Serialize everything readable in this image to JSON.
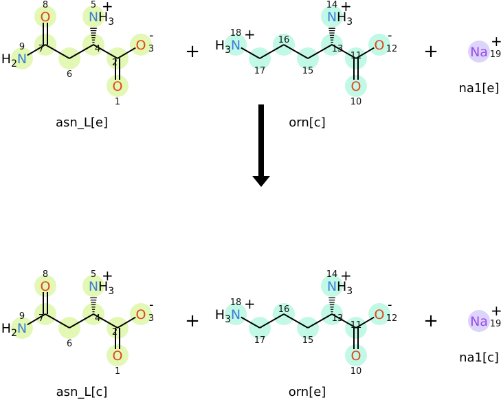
{
  "reaction": {
    "reactants": [
      {
        "name": "asn_L[e]",
        "kind": "asn"
      },
      {
        "name": "orn[c]",
        "kind": "orn"
      },
      {
        "name": "na1[e]",
        "kind": "na"
      }
    ],
    "products": [
      {
        "name": "asn_L[c]",
        "kind": "asn"
      },
      {
        "name": "orn[e]",
        "kind": "orn"
      },
      {
        "name": "na1[c]",
        "kind": "na"
      }
    ],
    "plus_sign": "+",
    "arrow_direction": "down"
  },
  "molecules": {
    "asn": {
      "highlight_color": "#e3f8b4",
      "atoms": [
        {
          "num": "8",
          "symbol": "O"
        },
        {
          "num": "7",
          "symbol": ""
        },
        {
          "num": "9",
          "symbol": "N",
          "prefix": "H2"
        },
        {
          "num": "6",
          "symbol": ""
        },
        {
          "num": "4",
          "symbol": ""
        },
        {
          "num": "5",
          "symbol": "N",
          "suffix": "H3",
          "charge": "+"
        },
        {
          "num": "2",
          "symbol": ""
        },
        {
          "num": "3",
          "symbol": "O",
          "charge": "-"
        },
        {
          "num": "1",
          "symbol": "O"
        }
      ]
    },
    "orn": {
      "highlight_color": "#c2f8e6",
      "atoms": [
        {
          "num": "18",
          "symbol": "N",
          "prefix": "H3",
          "charge": "+"
        },
        {
          "num": "17",
          "symbol": ""
        },
        {
          "num": "16",
          "symbol": ""
        },
        {
          "num": "15",
          "symbol": ""
        },
        {
          "num": "13",
          "symbol": ""
        },
        {
          "num": "14",
          "symbol": "N",
          "suffix": "H3",
          "charge": "+"
        },
        {
          "num": "11",
          "symbol": ""
        },
        {
          "num": "12",
          "symbol": "O",
          "charge": "-"
        },
        {
          "num": "10",
          "symbol": "O"
        }
      ]
    },
    "na": {
      "highlight_color": "#dcd4fb",
      "atoms": [
        {
          "num": "19",
          "symbol": "Na",
          "charge": "+"
        }
      ]
    }
  },
  "colors": {
    "N": "#3b7fd9",
    "O": "#e0461c",
    "Na": "#9a4ae8",
    "bond": "#000000"
  }
}
